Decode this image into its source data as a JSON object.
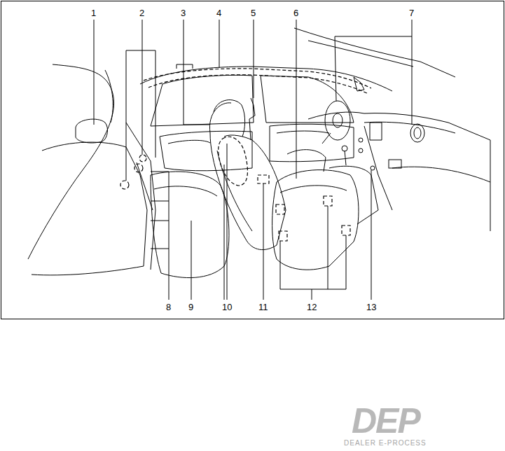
{
  "diagram": {
    "labels": [
      "1",
      "2",
      "3",
      "4",
      "5",
      "6",
      "7",
      "8",
      "9",
      "10",
      "11",
      "12",
      "13",
      "DEP",
      "DEALER E-PROCESS"
    ]
  }
}
